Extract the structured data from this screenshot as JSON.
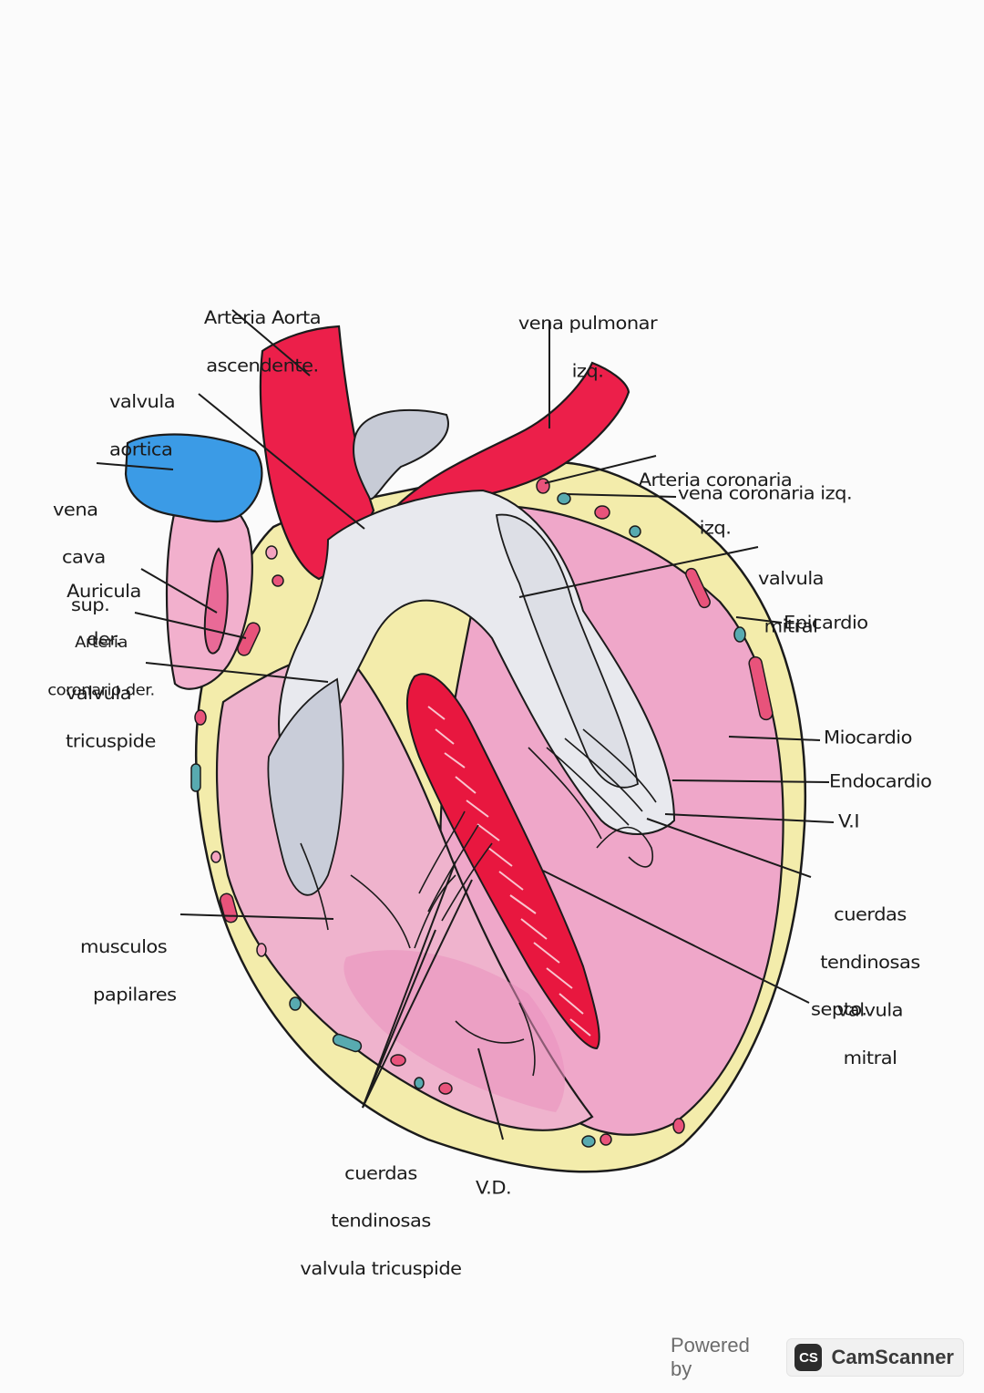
{
  "labels": {
    "aorta": [
      "Arteria Aorta",
      "ascendente."
    ],
    "pulmonary_vein": [
      "vena pulmonar",
      "izq."
    ],
    "aortic_valve": [
      "valvula",
      "aortica"
    ],
    "left_coronary_artery": [
      "Arteria coronaria",
      "izq."
    ],
    "left_coronary_vein": "vena coronaria izq.",
    "vena_cava": [
      "vena",
      "cava",
      "sup."
    ],
    "right_atrium": [
      "Auricula",
      "der."
    ],
    "right_coronary_artery": [
      "Arteria",
      "coronario der."
    ],
    "tricuspid_valve": [
      "valvula",
      "tricuspide"
    ],
    "mitral_valve": [
      "valvula",
      "mitral"
    ],
    "epicardium": "Epicardio",
    "myocardium": "Miocardio",
    "endocardium": "Endocardio",
    "left_ventricle": "V.I",
    "mitral_chordae": [
      "cuerdas",
      "tendinosas",
      "valvula",
      "mitral"
    ],
    "papillary_muscles": [
      "musculos",
      "papilares"
    ],
    "septum": "septo.",
    "tricuspid_chordae": [
      "cuerdas",
      "tendinosas",
      "valvula tricuspide"
    ],
    "right_ventricle": "V.D."
  },
  "footer": {
    "powered_by": "Powered by",
    "logo_text": "CS",
    "brand": "CamScanner"
  },
  "colors": {
    "artery_red": "#ec1f4a",
    "vein_blue": "#3b9be6",
    "epicardium_yellow": "#f3ecab",
    "chamber_pink": "#efa7c9",
    "valve_gray": "#c7cbd6",
    "septum_red": "#e8173f",
    "vessel_teal": "#58aab0",
    "ink": "#1b1b1b"
  }
}
